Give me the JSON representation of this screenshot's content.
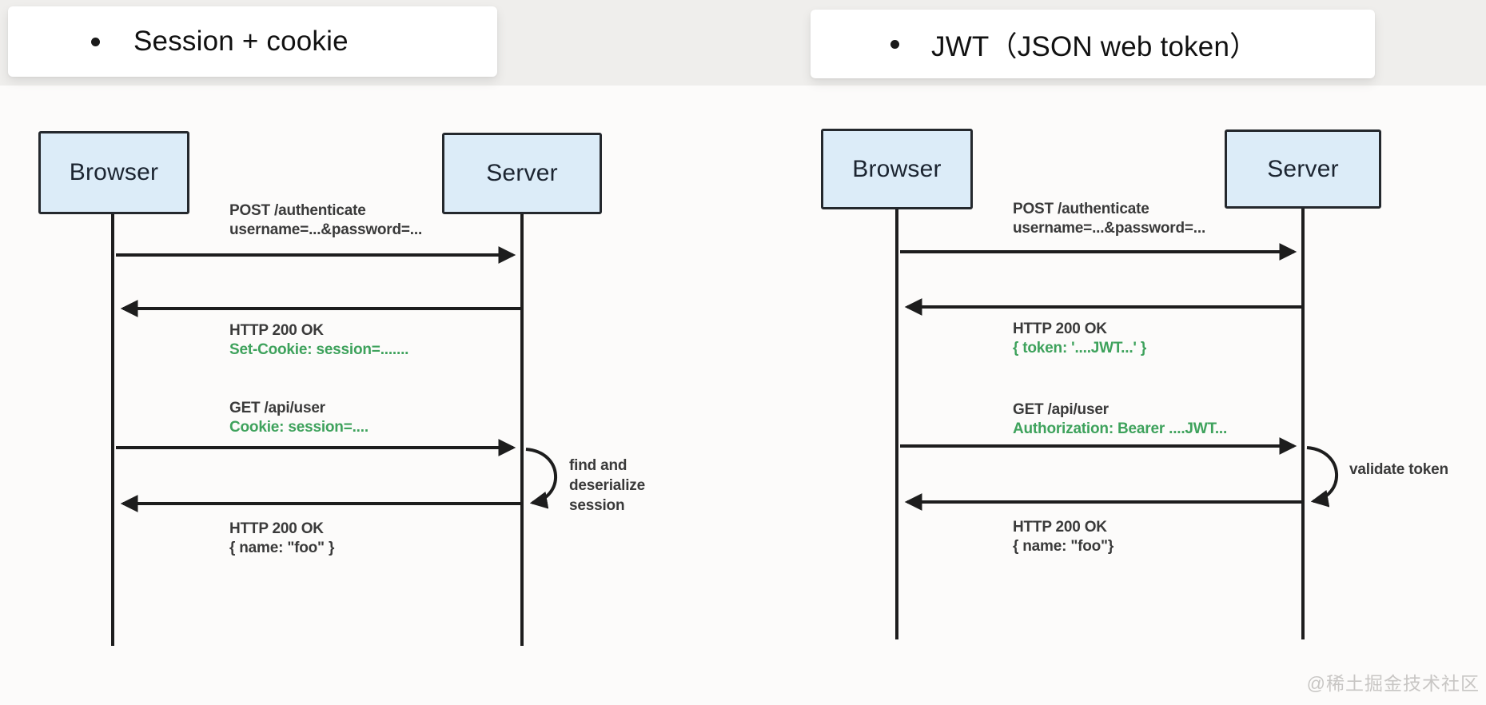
{
  "page": {
    "watermark": "@稀土掘金技术社区",
    "colors": {
      "background_top": "#efeeec",
      "background_main": "#fcfbfa",
      "card_bg": "#ffffff",
      "actor_fill": "#dcecf8",
      "actor_border": "#24282d",
      "line_color": "#1d1d1d",
      "label_color": "#3a3a3a",
      "header_color": "#111111",
      "green_text": "#3ea25c",
      "watermark_color": "#c8c6c4"
    }
  },
  "left": {
    "title": "Session + cookie",
    "actors": {
      "client": "Browser",
      "server": "Server"
    },
    "messages": {
      "m1": {
        "line1": "POST /authenticate",
        "line2": "username=...&password=..."
      },
      "m2": {
        "line1": "HTTP 200 OK",
        "line2": "Set-Cookie: session=......."
      },
      "m3": {
        "line1": "GET /api/user",
        "line2": "Cookie: session=...."
      },
      "loop": "find and deserialize session",
      "m4": {
        "line1": "HTTP 200 OK",
        "line2": "{ name: \"foo\" }"
      }
    }
  },
  "right": {
    "title": "JWT（JSON web token）",
    "actors": {
      "client": "Browser",
      "server": "Server"
    },
    "messages": {
      "m1": {
        "line1": "POST /authenticate",
        "line2": "username=...&password=..."
      },
      "m2": {
        "line1": "HTTP 200 OK",
        "line2": "{ token: '....JWT...' }"
      },
      "m3": {
        "line1": "GET /api/user",
        "line2": "Authorization: Bearer ....JWT..."
      },
      "loop": "validate token",
      "m4": {
        "line1": "HTTP 200 OK",
        "line2": "{ name: \"foo\"}"
      }
    }
  }
}
